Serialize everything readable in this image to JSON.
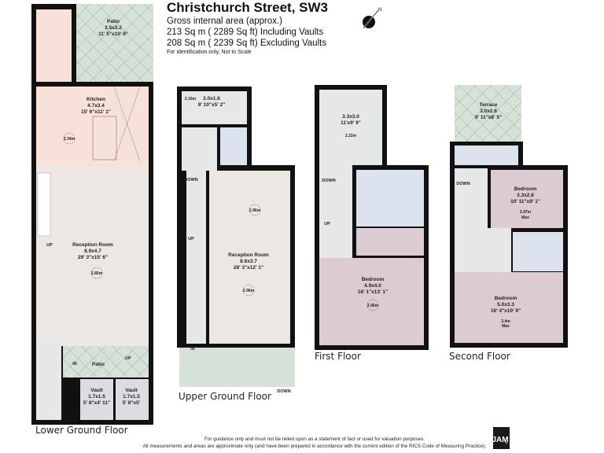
{
  "header": {
    "title": "Christchurch Street, SW3",
    "gross_area_label": "Gross internal area (approx.)",
    "area_including": "213 Sq m ( 2289 Sq ft) Including Vaults",
    "area_excluding": "208 Sq m ( 2239 Sq ft) Excluding Vaults",
    "note": "For identification only, Not to Scale"
  },
  "compass": {
    "icon": "north-arrow-icon",
    "label": "N"
  },
  "floors": {
    "lower_ground": {
      "label": "Lower Ground Floor",
      "patio_top": {
        "name": "Patio",
        "metric": "3.5x3.2",
        "imperial": "11' 5\"x10' 6\""
      },
      "kitchen": {
        "name": "Kitchen",
        "metric": "4.7x3.4",
        "imperial": "15' 6\"x11' 1\"",
        "ceiling": "2.34m"
      },
      "reception": {
        "name": "Reception Room",
        "metric": "8.9x4.7",
        "imperial": "29' 3\"x15' 6\"",
        "ceiling": "2.85m"
      },
      "patio_front": {
        "name": "Patio"
      },
      "vault1": {
        "name": "Vault",
        "metric": "1.7x1.5",
        "imperial": "5' 8\"x4' 11\""
      },
      "vault2": {
        "name": "Vault",
        "metric": "1.7x1.5",
        "imperial": "5' 8\"x5'"
      },
      "stairs_up": "UP",
      "stairs_up2": "UP",
      "entry": "IN"
    },
    "upper_ground": {
      "label": "Upper Ground Floor",
      "study": {
        "metric": "3.0x1.6",
        "imperial": "9' 10\"x5' 2\"",
        "ceiling": "2.16m"
      },
      "reception": {
        "name": "Reception Room",
        "metric": "8.6x3.7",
        "imperial": "28' 3\"x12' 1\"",
        "ceiling": "2.96m",
        "ceiling2": "2.96m"
      },
      "down": "DOWN",
      "up": "UP",
      "entry": "IN",
      "down_front": "DOWN"
    },
    "first": {
      "label": "First Floor",
      "room": {
        "metric": "3.3x3.0",
        "imperial": "11'x9' 9\"",
        "ceiling": "2.22m"
      },
      "bedroom": {
        "name": "Bedroom",
        "metric": "4.9x4.0",
        "imperial": "16' 1\"x13' 1\"",
        "ceiling": "2.96m"
      },
      "down": "DOWN",
      "up": "UP"
    },
    "second": {
      "label": "Second Floor",
      "terrace": {
        "name": "Terrace",
        "metric": "3.0x2.6",
        "imperial": "9' 11\"x8' 5\""
      },
      "bedroom1": {
        "name": "Bedroom",
        "metric": "3.3x2.8",
        "imperial": "10' 11\"x9' 1\"",
        "ceiling": "3.47m",
        "ceiling_note": "Max"
      },
      "bedroom2": {
        "name": "Bedroom",
        "metric": "5.0x3.3",
        "imperial": "16' 4\"x10' 9\"",
        "ceiling": "3.4m",
        "ceiling_note": "Max"
      },
      "down": "DOWN"
    }
  },
  "footer": {
    "line1": "For guidance only and must not be relied upon as a statement of fact or used for valuation purposes.",
    "line2": "All measurements and areas are approximate only (and have been prepared in accordance with the current edition of the RICS Code of Measuring Practice).",
    "logo": "JAM"
  },
  "colors": {
    "wall": "#111111",
    "pink": "#f7e1d9",
    "beige": "#ece7e2",
    "green": "#d6e2d8",
    "grey": "#e6e7e9",
    "blue": "#dde3ee",
    "mauve": "#dccbd2"
  }
}
